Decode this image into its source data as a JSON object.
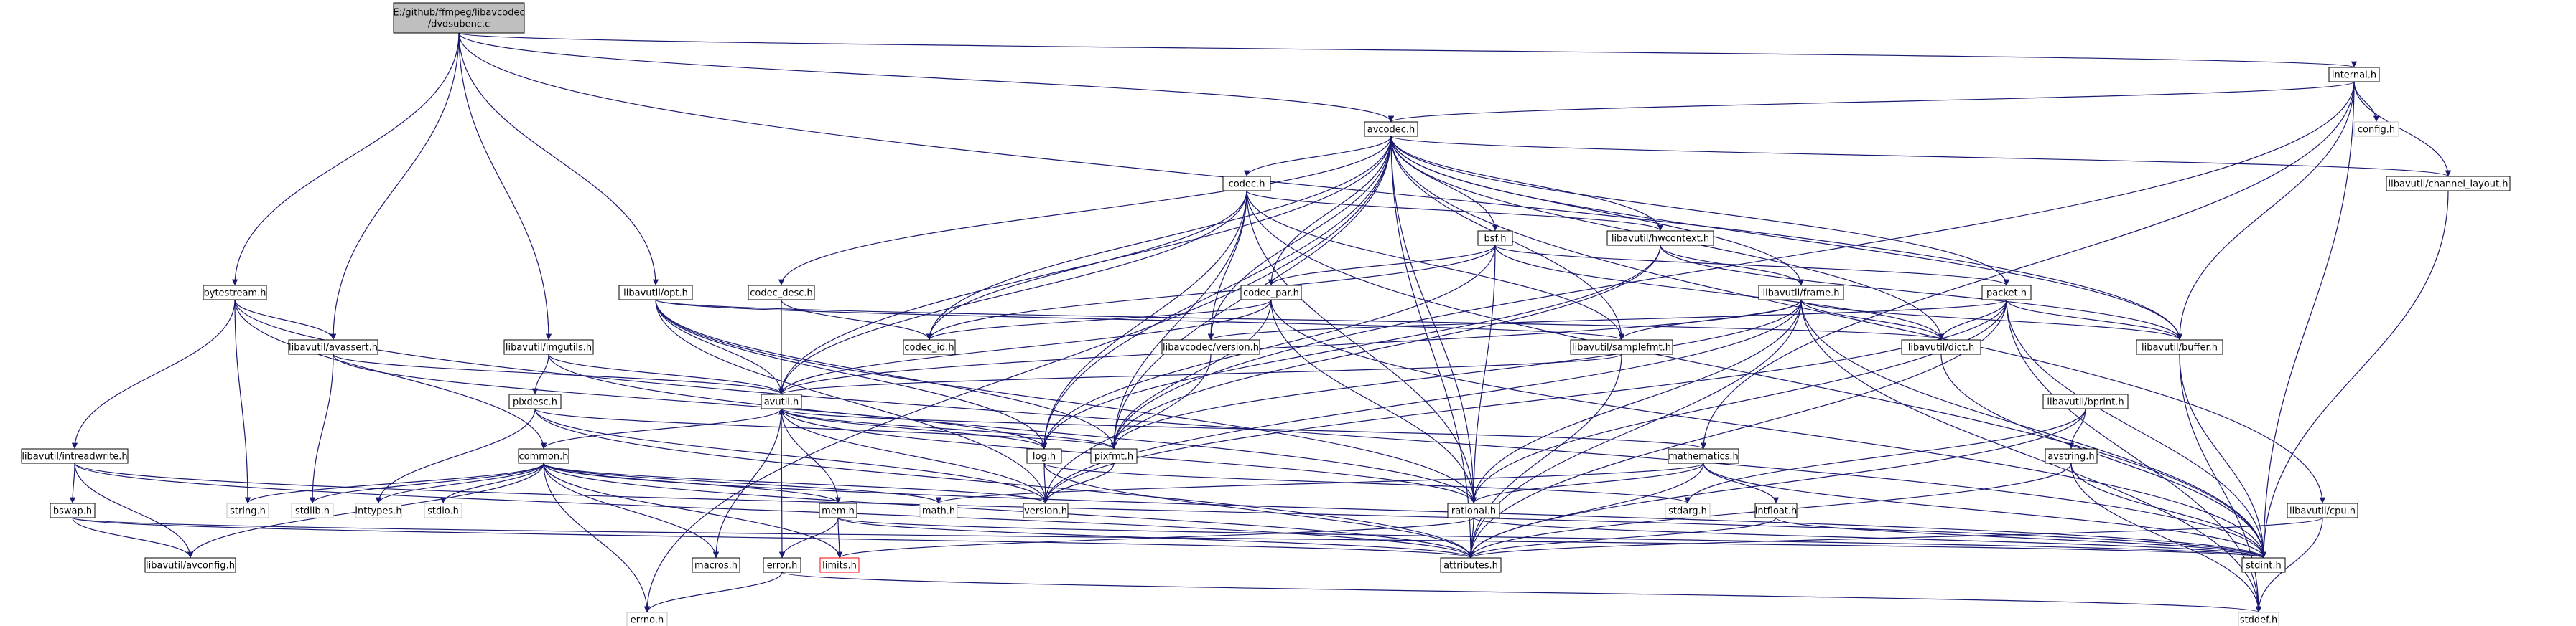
{
  "colors": {
    "edge": "#191970",
    "node_border": "#000000",
    "missing_border": "#bfbfbf",
    "root_fill": "#bfbfbf",
    "truncated_border": "#ff0000",
    "node_fill": "#ffffff"
  },
  "nodes": [
    {
      "id": "root",
      "lines": [
        "E:/github/ffmpeg/libavcodec",
        "/dvdsubenc.c"
      ],
      "kind": "root"
    },
    {
      "id": "internal",
      "lines": [
        "internal.h"
      ],
      "kind": "file"
    },
    {
      "id": "config",
      "lines": [
        "config.h"
      ],
      "kind": "missing"
    },
    {
      "id": "avcodec",
      "lines": [
        "avcodec.h"
      ],
      "kind": "file"
    },
    {
      "id": "channel_layout",
      "lines": [
        "libavutil/channel_layout.h"
      ],
      "kind": "file"
    },
    {
      "id": "codec",
      "lines": [
        "codec.h"
      ],
      "kind": "file"
    },
    {
      "id": "bsf",
      "lines": [
        "bsf.h"
      ],
      "kind": "file"
    },
    {
      "id": "hwcontext",
      "lines": [
        "libavutil/hwcontext.h"
      ],
      "kind": "file"
    },
    {
      "id": "bytestream",
      "lines": [
        "bytestream.h"
      ],
      "kind": "file"
    },
    {
      "id": "opt",
      "lines": [
        "libavutil/opt.h"
      ],
      "kind": "file"
    },
    {
      "id": "codec_desc",
      "lines": [
        "codec_desc.h"
      ],
      "kind": "file"
    },
    {
      "id": "codec_par",
      "lines": [
        "codec_par.h"
      ],
      "kind": "file"
    },
    {
      "id": "frame",
      "lines": [
        "libavutil/frame.h"
      ],
      "kind": "file"
    },
    {
      "id": "packet",
      "lines": [
        "packet.h"
      ],
      "kind": "file"
    },
    {
      "id": "avassert",
      "lines": [
        "libavutil/avassert.h"
      ],
      "kind": "file"
    },
    {
      "id": "imgutils",
      "lines": [
        "libavutil/imgutils.h"
      ],
      "kind": "file"
    },
    {
      "id": "codec_id",
      "lines": [
        "codec_id.h"
      ],
      "kind": "file"
    },
    {
      "id": "lavc_version",
      "lines": [
        "libavcodec/version.h"
      ],
      "kind": "file"
    },
    {
      "id": "samplefmt",
      "lines": [
        "libavutil/samplefmt.h"
      ],
      "kind": "file"
    },
    {
      "id": "dict",
      "lines": [
        "libavutil/dict.h"
      ],
      "kind": "file"
    },
    {
      "id": "buffer",
      "lines": [
        "libavutil/buffer.h"
      ],
      "kind": "file"
    },
    {
      "id": "pixdesc",
      "lines": [
        "pixdesc.h"
      ],
      "kind": "file"
    },
    {
      "id": "avutil",
      "lines": [
        "avutil.h"
      ],
      "kind": "file"
    },
    {
      "id": "bprint",
      "lines": [
        "libavutil/bprint.h"
      ],
      "kind": "file"
    },
    {
      "id": "intreadwrite",
      "lines": [
        "libavutil/intreadwrite.h"
      ],
      "kind": "file"
    },
    {
      "id": "common",
      "lines": [
        "common.h"
      ],
      "kind": "file"
    },
    {
      "id": "log",
      "lines": [
        "log.h"
      ],
      "kind": "file"
    },
    {
      "id": "pixfmt",
      "lines": [
        "pixfmt.h"
      ],
      "kind": "file"
    },
    {
      "id": "mathematics",
      "lines": [
        "mathematics.h"
      ],
      "kind": "file"
    },
    {
      "id": "avstring",
      "lines": [
        "avstring.h"
      ],
      "kind": "file"
    },
    {
      "id": "bswap",
      "lines": [
        "bswap.h"
      ],
      "kind": "file"
    },
    {
      "id": "string",
      "lines": [
        "string.h"
      ],
      "kind": "missing"
    },
    {
      "id": "stdlib",
      "lines": [
        "stdlib.h"
      ],
      "kind": "missing"
    },
    {
      "id": "inttypes",
      "lines": [
        "inttypes.h"
      ],
      "kind": "missing"
    },
    {
      "id": "stdio",
      "lines": [
        "stdio.h"
      ],
      "kind": "missing"
    },
    {
      "id": "mem",
      "lines": [
        "mem.h"
      ],
      "kind": "file"
    },
    {
      "id": "math",
      "lines": [
        "math.h"
      ],
      "kind": "missing"
    },
    {
      "id": "version",
      "lines": [
        "version.h"
      ],
      "kind": "file"
    },
    {
      "id": "rational",
      "lines": [
        "rational.h"
      ],
      "kind": "file"
    },
    {
      "id": "stdarg",
      "lines": [
        "stdarg.h"
      ],
      "kind": "missing"
    },
    {
      "id": "intfloat",
      "lines": [
        "intfloat.h"
      ],
      "kind": "file"
    },
    {
      "id": "cpu",
      "lines": [
        "libavutil/cpu.h"
      ],
      "kind": "file"
    },
    {
      "id": "avconfig",
      "lines": [
        "libavutil/avconfig.h"
      ],
      "kind": "file"
    },
    {
      "id": "macros",
      "lines": [
        "macros.h"
      ],
      "kind": "file"
    },
    {
      "id": "error",
      "lines": [
        "error.h"
      ],
      "kind": "file"
    },
    {
      "id": "limits",
      "lines": [
        "limits.h"
      ],
      "kind": "truncated"
    },
    {
      "id": "attributes",
      "lines": [
        "attributes.h"
      ],
      "kind": "file"
    },
    {
      "id": "stdint",
      "lines": [
        "stdint.h"
      ],
      "kind": "file"
    },
    {
      "id": "errno",
      "lines": [
        "errno.h"
      ],
      "kind": "missing"
    },
    {
      "id": "stddef",
      "lines": [
        "stddef.h"
      ],
      "kind": "missing"
    }
  ],
  "edges": [
    [
      "root",
      "internal"
    ],
    [
      "root",
      "avcodec"
    ],
    [
      "root",
      "bytestream"
    ],
    [
      "root",
      "avassert"
    ],
    [
      "root",
      "imgutils"
    ],
    [
      "root",
      "opt"
    ],
    [
      "root",
      "buffer"
    ],
    [
      "internal",
      "config"
    ],
    [
      "internal",
      "avcodec"
    ],
    [
      "internal",
      "channel_layout"
    ],
    [
      "internal",
      "buffer"
    ],
    [
      "internal",
      "stdint"
    ],
    [
      "internal",
      "pixfmt"
    ],
    [
      "internal",
      "mathematics"
    ],
    [
      "avcodec",
      "codec"
    ],
    [
      "avcodec",
      "bsf"
    ],
    [
      "avcodec",
      "hwcontext"
    ],
    [
      "avcodec",
      "channel_layout"
    ],
    [
      "avcodec",
      "codec_desc"
    ],
    [
      "avcodec",
      "codec_par"
    ],
    [
      "avcodec",
      "frame"
    ],
    [
      "avcodec",
      "packet"
    ],
    [
      "avcodec",
      "codec_id"
    ],
    [
      "avcodec",
      "lavc_version"
    ],
    [
      "avcodec",
      "samplefmt"
    ],
    [
      "avcodec",
      "dict"
    ],
    [
      "avcodec",
      "buffer"
    ],
    [
      "avcodec",
      "avutil"
    ],
    [
      "avcodec",
      "log"
    ],
    [
      "avcodec",
      "pixfmt"
    ],
    [
      "avcodec",
      "rational"
    ],
    [
      "avcodec",
      "attributes"
    ],
    [
      "avcodec",
      "errno"
    ],
    [
      "avcodec",
      "cpu"
    ],
    [
      "channel_layout",
      "stdint"
    ],
    [
      "codec",
      "codec_id"
    ],
    [
      "codec",
      "lavc_version"
    ],
    [
      "codec",
      "hwcontext"
    ],
    [
      "codec",
      "samplefmt"
    ],
    [
      "codec",
      "avutil"
    ],
    [
      "codec",
      "log"
    ],
    [
      "codec",
      "pixfmt"
    ],
    [
      "codec",
      "rational"
    ],
    [
      "codec",
      "stdint"
    ],
    [
      "bsf",
      "codec_id"
    ],
    [
      "bsf",
      "codec_par"
    ],
    [
      "bsf",
      "packet"
    ],
    [
      "bsf",
      "dict"
    ],
    [
      "bsf",
      "log"
    ],
    [
      "bsf",
      "rational"
    ],
    [
      "hwcontext",
      "frame"
    ],
    [
      "hwcontext",
      "buffer"
    ],
    [
      "hwcontext",
      "pixfmt"
    ],
    [
      "hwcontext",
      "log"
    ],
    [
      "bytestream",
      "intreadwrite"
    ],
    [
      "bytestream",
      "common"
    ],
    [
      "bytestream",
      "avassert"
    ],
    [
      "bytestream",
      "string"
    ],
    [
      "bytestream",
      "stdint"
    ],
    [
      "opt",
      "avutil"
    ],
    [
      "opt",
      "dict"
    ],
    [
      "opt",
      "log"
    ],
    [
      "opt",
      "pixfmt"
    ],
    [
      "opt",
      "rational"
    ],
    [
      "opt",
      "samplefmt"
    ],
    [
      "opt",
      "version"
    ],
    [
      "codec_desc",
      "avutil"
    ],
    [
      "codec_desc",
      "codec_id"
    ],
    [
      "codec_par",
      "avutil"
    ],
    [
      "codec_par",
      "codec_id"
    ],
    [
      "codec_par",
      "rational"
    ],
    [
      "codec_par",
      "pixfmt"
    ],
    [
      "codec_par",
      "stdint"
    ],
    [
      "frame",
      "avutil"
    ],
    [
      "frame",
      "buffer"
    ],
    [
      "frame",
      "dict"
    ],
    [
      "frame",
      "rational"
    ],
    [
      "frame",
      "samplefmt"
    ],
    [
      "frame",
      "pixfmt"
    ],
    [
      "frame",
      "version"
    ],
    [
      "frame",
      "stdint"
    ],
    [
      "frame",
      "stddef"
    ],
    [
      "frame",
      "attributes"
    ],
    [
      "packet",
      "attributes"
    ],
    [
      "packet",
      "buffer"
    ],
    [
      "packet",
      "dict"
    ],
    [
      "packet",
      "rational"
    ],
    [
      "packet",
      "lavc_version"
    ],
    [
      "packet",
      "version"
    ],
    [
      "packet",
      "stddef"
    ],
    [
      "packet",
      "stdint"
    ],
    [
      "avassert",
      "avutil"
    ],
    [
      "avassert",
      "stdlib"
    ],
    [
      "avassert",
      "log"
    ],
    [
      "imgutils",
      "avutil"
    ],
    [
      "imgutils",
      "pixdesc"
    ],
    [
      "imgutils",
      "rational"
    ],
    [
      "lavc_version",
      "version"
    ],
    [
      "samplefmt",
      "avutil"
    ],
    [
      "samplefmt",
      "attributes"
    ],
    [
      "dict",
      "stdint"
    ],
    [
      "buffer",
      "stdint"
    ],
    [
      "buffer",
      "stddef"
    ],
    [
      "pixdesc",
      "inttypes"
    ],
    [
      "pixdesc",
      "attributes"
    ],
    [
      "pixdesc",
      "pixfmt"
    ],
    [
      "pixdesc",
      "version"
    ],
    [
      "avutil",
      "common"
    ],
    [
      "avutil",
      "error"
    ],
    [
      "avutil",
      "rational"
    ],
    [
      "avutil",
      "version"
    ],
    [
      "avutil",
      "macros"
    ],
    [
      "avutil",
      "mathematics"
    ],
    [
      "avutil",
      "log"
    ],
    [
      "avutil",
      "pixfmt"
    ],
    [
      "bprint",
      "stdarg"
    ],
    [
      "bprint",
      "avstring"
    ],
    [
      "bprint",
      "attributes"
    ],
    [
      "intreadwrite",
      "avconfig"
    ],
    [
      "intreadwrite",
      "bswap"
    ],
    [
      "intreadwrite",
      "attributes"
    ],
    [
      "intreadwrite",
      "stdint"
    ],
    [
      "common",
      "errno"
    ],
    [
      "common",
      "inttypes"
    ],
    [
      "common",
      "limits"
    ],
    [
      "common",
      "math"
    ],
    [
      "common",
      "stdint"
    ],
    [
      "common",
      "stdio"
    ],
    [
      "common",
      "stdlib"
    ],
    [
      "common",
      "string"
    ],
    [
      "common",
      "attributes"
    ],
    [
      "common",
      "macros"
    ],
    [
      "common",
      "version"
    ],
    [
      "common",
      "avconfig"
    ],
    [
      "common",
      "mem"
    ],
    [
      "log",
      "stdarg"
    ],
    [
      "log",
      "attributes"
    ],
    [
      "log",
      "version"
    ],
    [
      "pixfmt",
      "version"
    ],
    [
      "mathematics",
      "stdint"
    ],
    [
      "mathematics",
      "math"
    ],
    [
      "mathematics",
      "attributes"
    ],
    [
      "mathematics",
      "rational"
    ],
    [
      "mathematics",
      "intfloat"
    ],
    [
      "avstring",
      "stddef"
    ],
    [
      "avstring",
      "stdint"
    ],
    [
      "avstring",
      "attributes"
    ],
    [
      "bswap",
      "avconfig"
    ],
    [
      "bswap",
      "attributes"
    ],
    [
      "bswap",
      "stdint"
    ],
    [
      "mem",
      "limits"
    ],
    [
      "mem",
      "stdint"
    ],
    [
      "mem",
      "attributes"
    ],
    [
      "mem",
      "error"
    ],
    [
      "mem",
      "avutil"
    ],
    [
      "rational",
      "stdint"
    ],
    [
      "rational",
      "limits"
    ],
    [
      "rational",
      "attributes"
    ],
    [
      "intfloat",
      "stdint"
    ],
    [
      "intfloat",
      "attributes"
    ],
    [
      "cpu",
      "stddef"
    ],
    [
      "cpu",
      "attributes"
    ],
    [
      "error",
      "errno"
    ],
    [
      "error",
      "stddef"
    ]
  ]
}
